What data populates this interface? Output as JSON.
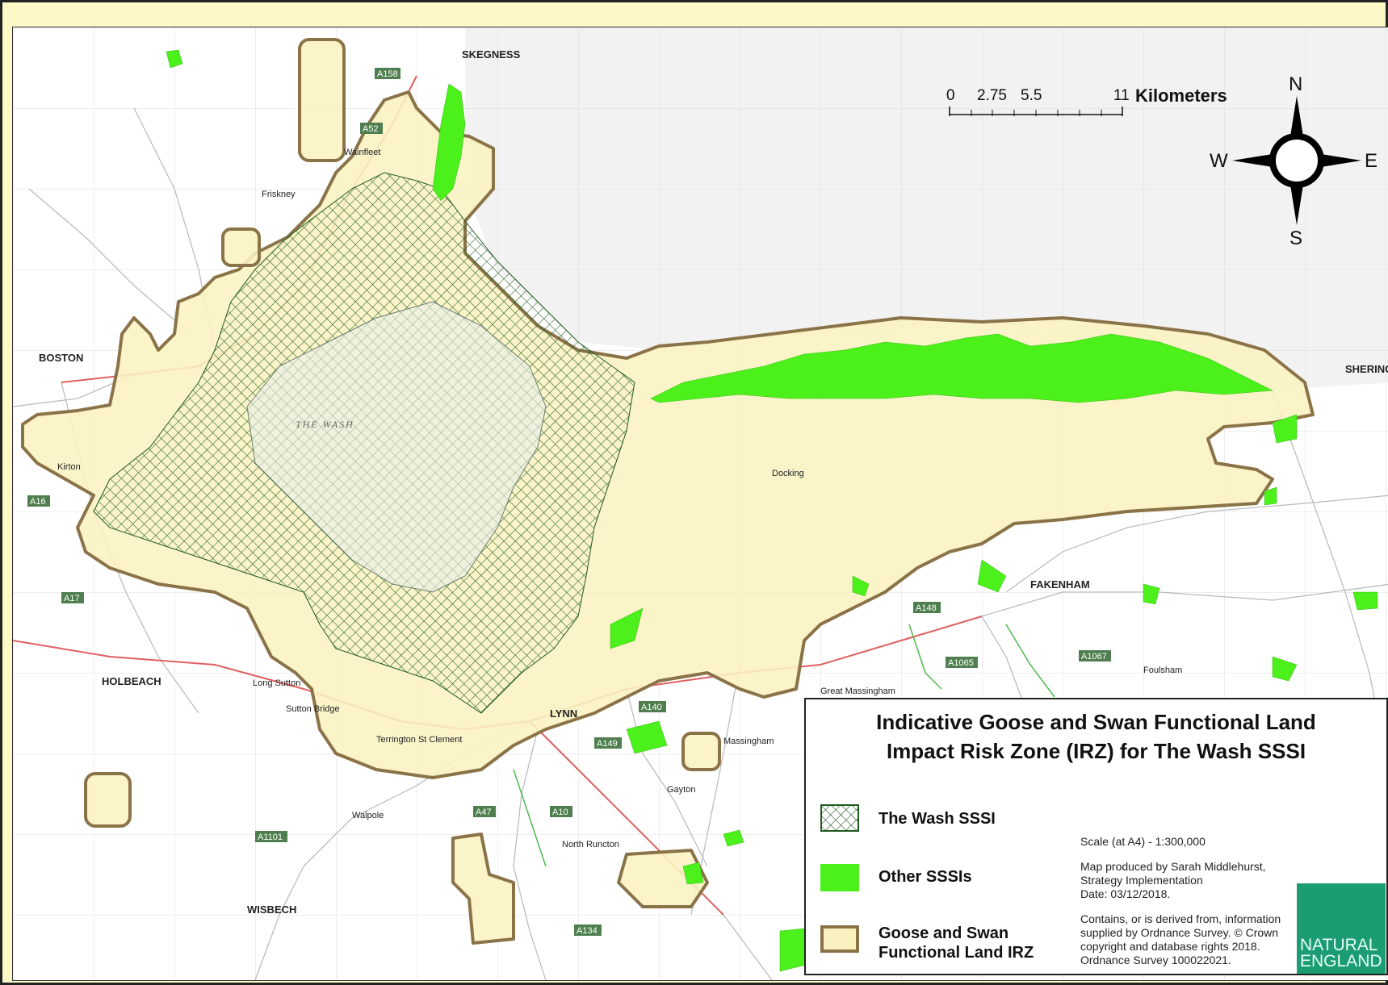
{
  "map": {
    "water_label": "THE WASH",
    "towns": [
      {
        "name": "SKEGNESS",
        "major": true
      },
      {
        "name": "BOSTON",
        "major": true
      },
      {
        "name": "SHERINGHAM",
        "major": true
      },
      {
        "name": "FAKENHAM",
        "major": true
      },
      {
        "name": "HOLBEACH",
        "major": true
      },
      {
        "name": "WISBECH",
        "major": true
      },
      {
        "name": "LYNN",
        "major": true
      },
      {
        "name": "Long Sutton",
        "major": false
      },
      {
        "name": "Sutton Bridge",
        "major": false
      },
      {
        "name": "Terrington St Clement",
        "major": false
      },
      {
        "name": "Massingham",
        "major": false
      },
      {
        "name": "Great Massingham",
        "major": false
      },
      {
        "name": "Docking",
        "major": false
      },
      {
        "name": "Foulsham",
        "major": false
      },
      {
        "name": "North Runcton",
        "major": false
      },
      {
        "name": "Wainfleet",
        "major": false
      },
      {
        "name": "Friskney",
        "major": false
      },
      {
        "name": "Kirton",
        "major": false
      },
      {
        "name": "Gayton",
        "major": false
      },
      {
        "name": "Walpole",
        "major": false
      }
    ],
    "roads": [
      "A158",
      "A52",
      "A17",
      "A16",
      "A149",
      "A148",
      "A1065",
      "A1067",
      "A10",
      "A47",
      "A134",
      "A1101",
      "A140"
    ]
  },
  "scale_bar": {
    "ticks": [
      "0",
      "2.75",
      "5.5",
      "11"
    ],
    "unit": "Kilometers"
  },
  "compass": {
    "n": "N",
    "s": "S",
    "e": "E",
    "w": "W"
  },
  "legend": {
    "title_line1": "Indicative Goose and Swan Functional Land",
    "title_line2": "Impact Risk Zone (IRZ) for The Wash SSSI",
    "items": [
      {
        "label": "The Wash SSSI",
        "swatch": "hatch"
      },
      {
        "label": "Other SSSIs",
        "swatch": "green"
      },
      {
        "label_line1": "Goose and Swan",
        "label_line2": "Functional Land IRZ",
        "swatch": "irz"
      }
    ],
    "info": {
      "scale": "Scale (at A4) -    1:300,000",
      "produced_by": "Map produced by Sarah Middlehurst,",
      "team": "Strategy Implementation",
      "date": "Date: 03/12/2018.",
      "copyright_1": "Contains, or is derived from, information",
      "copyright_2": "supplied by Ordnance Survey. © Crown",
      "copyright_3": "copyright and database rights 2018.",
      "copyright_4": "Ordnance Survey 100022021."
    },
    "logo_line1": "NATURAL",
    "logo_line2": "ENGLAND"
  },
  "colors": {
    "irz_fill": "#f9f2c0",
    "irz_stroke": "#8b7348",
    "sssi_green": "#4cf11c",
    "wash_hatch": "#1f5a1f",
    "sea": "#f2f2f2",
    "land_bg": "#ffffff",
    "frame_bg": "#fdf9c6",
    "logo_green": "#1c9c73"
  }
}
